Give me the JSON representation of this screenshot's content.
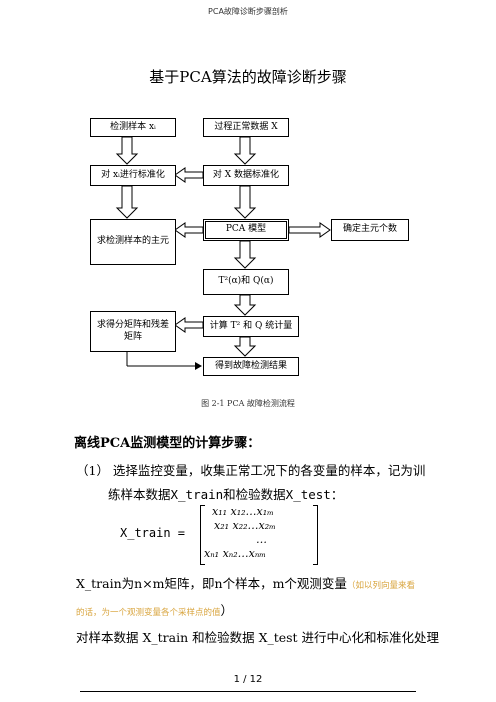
{
  "header": {
    "running_title": "PCA故障诊断步骤剖析"
  },
  "title": "基于PCA算法的故障诊断步骤",
  "flowchart": {
    "detect_sample": "检测样本 xᵢ",
    "normal_data": "过程正常数据 X",
    "standardize_xi": "对 xᵢ进行标准化",
    "standardize_x": "对 X 数据标准化",
    "principal_component": "求检测样本的主元",
    "pca_model": "PCA 模型",
    "num_components": "确定主元个数",
    "thresholds": "T²(α)和 Q(α)",
    "residual_matrix": "求得分矩阵和残差矩阵",
    "compute_stats": "计算 T² 和 Q 统计量",
    "result": "得到故障检测结果"
  },
  "caption": "图 2-1 PCA 故障检测流程",
  "section_heading": "离线PCA监测模型的计算步骤：",
  "step1": {
    "line1": "（1） 选择监控变量，收集正常工况下的各变量的样本，记为训",
    "line2": "练样本数据X_train和检验数据X_test："
  },
  "matrix": {
    "label": "X_train  =",
    "row1": "x₁₁  x₁₂…x₁ₘ",
    "row2": "x₂₁ x₂₂…x₂ₘ",
    "row3": "…",
    "row4": "xₙ₁    xₙ₂…xₙₘ"
  },
  "description": {
    "main": "X_train为n×m矩阵，即n个样本，m个观测变量",
    "note_open": "（如以列向量来看",
    "note_cont": "的话，为一个观测变量各个采样点的值",
    "note_close": "）"
  },
  "last_line": "对样本数据 X_train 和检验数据 X_test 进行中心化和标准化处理",
  "page_number": "1 / 12"
}
